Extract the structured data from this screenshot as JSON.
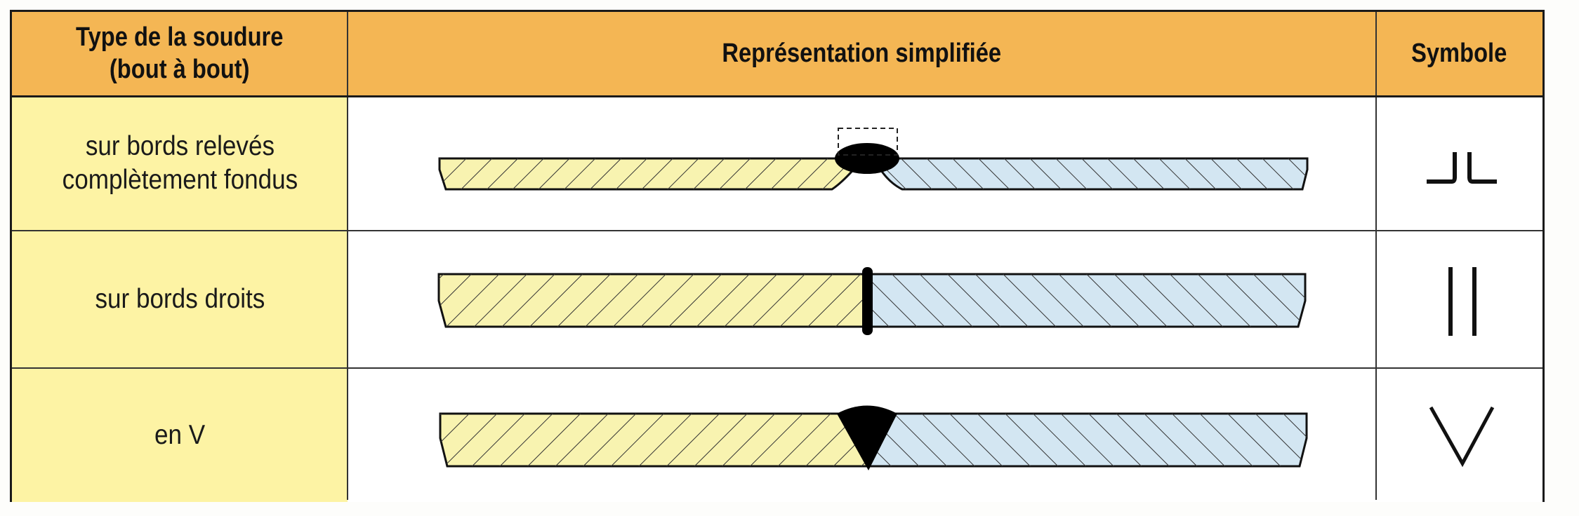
{
  "table": {
    "headers": {
      "type": "Type de la soudure\n(bout à bout)",
      "representation": "Représentation simplifiée",
      "symbol": "Symbole"
    },
    "rows": [
      {
        "type": "sur bords relevés\ncomplètement fondus",
        "weld": "flanged-butt",
        "symbol_icon": "flanged-butt-weld-symbol-icon"
      },
      {
        "type": "sur bords droits",
        "weld": "square-butt",
        "symbol_icon": "square-butt-weld-symbol-icon"
      },
      {
        "type": "en V",
        "weld": "v-butt",
        "symbol_icon": "v-butt-weld-symbol-icon"
      }
    ]
  },
  "colors": {
    "header_bg": "#f4b654",
    "type_column_bg": "#fdf3a4",
    "left_plate": "#f8f3b0",
    "right_plate": "#d3e6f2",
    "weld": "#000000"
  }
}
